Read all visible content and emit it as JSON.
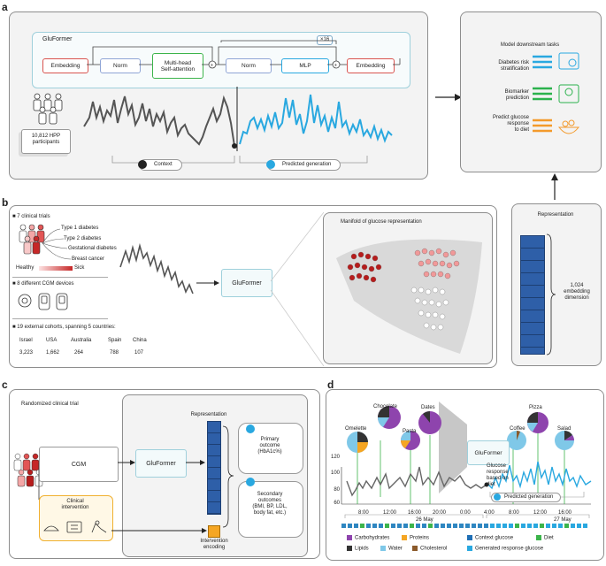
{
  "panels": {
    "a": "a",
    "b": "b",
    "c": "c",
    "d": "d"
  },
  "a": {
    "gluformer_label": "GluFormer",
    "repeat": "×16",
    "blocks": [
      "Embedding",
      "Norm",
      "Multi-head\nSelf-attention",
      "Norm",
      "MLP",
      "Embedding"
    ],
    "plus": "+",
    "participants": "10,812 HPP\nparticipants",
    "context": "Context",
    "predicted": "Predicted generation",
    "downstream_title": "Model downstream tasks",
    "tasks": [
      "Diabetes risk\nstratification",
      "Biomarker\nprediction",
      "Predict glucose\nresponse\nto diet"
    ],
    "task_colors": [
      "#29a8e0",
      "#2bb24c",
      "#f39a2b"
    ]
  },
  "b": {
    "trials": "7 clinical trials",
    "conditions": [
      "Type 1 diabetes",
      "Type 2 diabetes",
      "Gestational diabetes",
      "Breast cancer"
    ],
    "healthy": "Healthy",
    "sick": "Sick",
    "devices": "8 different CGM devices",
    "cohorts": "19 external cohorts, spanning 5 countries:",
    "countries": [
      "Israel",
      "USA",
      "Australia",
      "Spain",
      "China"
    ],
    "counts": [
      "3,223",
      "1,662",
      "264",
      "788",
      "107"
    ],
    "gluformer": "GluFormer",
    "manifold_title": "Manifold of glucose representation",
    "representation_title": "Representation",
    "embedding_dim": "1,024\nembedding\ndimension"
  },
  "c": {
    "trial_title": "Randomized clinical trial",
    "cgm": "CGM",
    "intervention": "Clinical\nintervention",
    "gluformer": "GluFormer",
    "representation": "Representation",
    "intervention_encoding": "Intervention\nencoding",
    "primary": "Primary\noutcome\n(HbA1c%)",
    "secondary": "Secondary\noutcomes\n(BMI, BP, LDL,\nbody fat, etc.)"
  },
  "d": {
    "foods": [
      "Omelette",
      "Chocolate",
      "Dates",
      "Pasta",
      "Coffee",
      "Pizza",
      "Salad"
    ],
    "gluformer": "GluFormer",
    "response": "Glucose\nresponse\nbased on\ndiet",
    "predicted": "Predicted generation",
    "y_ticks": [
      "120",
      "100",
      "80",
      "60"
    ],
    "time_ticks": [
      "8:00",
      "12:00",
      "16:00",
      "20:00",
      "0:00",
      "4:00",
      "8:00",
      "12:00",
      "16:00"
    ],
    "dates": [
      "26 May",
      "27 May"
    ],
    "legend": [
      {
        "label": "Carbohydrates",
        "color": "#8e44ad"
      },
      {
        "label": "Proteins",
        "color": "#f5a623"
      },
      {
        "label": "Context glucose",
        "color": "#1f6fb5"
      },
      {
        "label": "Diet",
        "color": "#3cb44b"
      },
      {
        "label": "Lipids",
        "color": "#333333"
      },
      {
        "label": "Water",
        "color": "#7fc8e8"
      },
      {
        "label": "Cholesterol",
        "color": "#8b5a2b"
      },
      {
        "label": "Generated response glucose",
        "color": "#29a8e0"
      }
    ]
  }
}
